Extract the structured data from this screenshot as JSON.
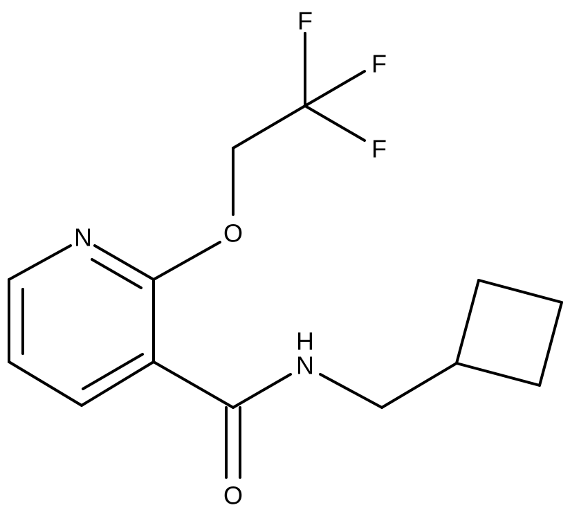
{
  "molecule": {
    "atoms": {
      "N_ring": "N",
      "O_ether": "O",
      "F_top": "F",
      "F_upper_right": "F",
      "F_lower_right": "F",
      "N_amide": "N",
      "H_amide": "H",
      "O_carbonyl": "O"
    }
  }
}
